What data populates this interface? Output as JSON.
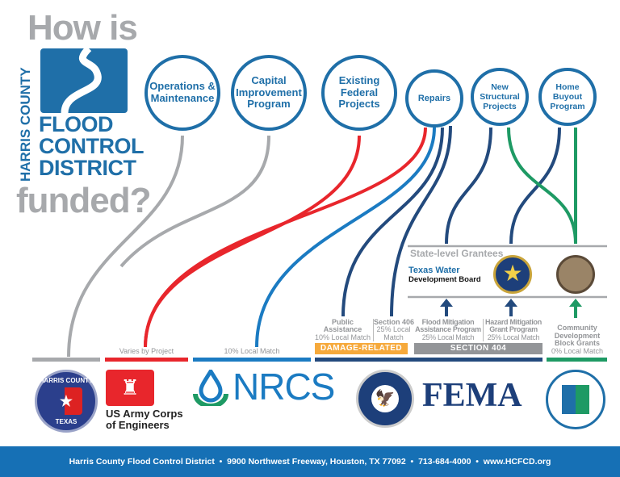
{
  "title": {
    "line1": "How is",
    "vertical": "HARRIS COUNTY",
    "org_line1": "FLOOD",
    "org_line2": "CONTROL",
    "org_line3": "DISTRICT",
    "line2": "funded?"
  },
  "circles": [
    {
      "label": "Operations & Maintenance"
    },
    {
      "label": "Capital Improvement Program"
    },
    {
      "label": "Existing Federal Projects"
    },
    {
      "label": "Repairs"
    },
    {
      "label": "New Structural Projects"
    },
    {
      "label": "Home Buyout Program"
    }
  ],
  "grantees": {
    "heading": "State-level Grantees",
    "twdb_line1": "Texas Water",
    "twdb_line2": "Development Board"
  },
  "programs": {
    "usace_match": "Varies by Project",
    "nrcs_match": "10% Local Match",
    "public_assistance": {
      "name": "Public Assistance",
      "match": "10% Local Match"
    },
    "section406": {
      "name": "Section 406",
      "match": "25% Local Match"
    },
    "fma": {
      "name": "Flood Mitigation Assistance Program",
      "match": "25% Local Match"
    },
    "hmgp": {
      "name": "Hazard Mitigation Grant Program",
      "match": "25% Local Match"
    },
    "cdbg": {
      "name": "Community Development Block Grants",
      "match": "0% Local Match"
    },
    "damage_tag": "DAMAGE-RELATED",
    "section404_tag": "SECTION 404"
  },
  "logos": {
    "harris_top": "HARRIS COUNTY",
    "harris_bottom": "TEXAS",
    "usace_line1": "US Army Corps",
    "usace_line2": "of Engineers",
    "nrcs": "NRCS",
    "fema": "FEMA"
  },
  "footer": {
    "text": "Harris County Flood Control District  •  9900 Northwest Freeway, Houston, TX 77092  •  713-684-4000  •  www.HCFCD.org"
  },
  "colors": {
    "blue": "#1f6fa8",
    "gray": "#a7a9ac",
    "red": "#e8262c",
    "lightblue": "#1b7bc2",
    "navy": "#234a7d",
    "green": "#1e9a64",
    "orange": "#f6a93b",
    "footer": "#1670b5"
  }
}
